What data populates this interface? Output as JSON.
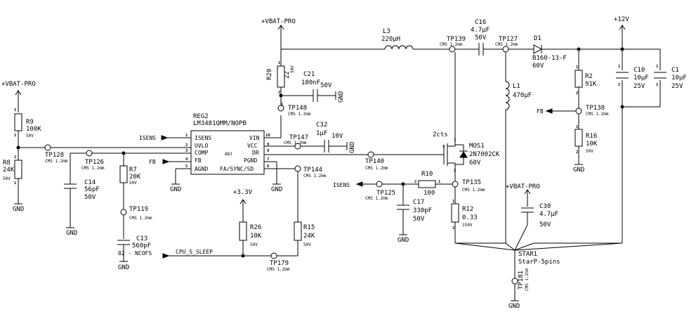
{
  "rails": {
    "vbat_left": "+VBAT-PRO",
    "vbat_top": "+VBAT-PRO",
    "vbat_right": "+VBAT-PRO",
    "v12": "+12V",
    "v33": "+3.3V",
    "gnd": "GND"
  },
  "ic": {
    "refdes": "REG2",
    "part": "LM3481QMM/NOPB",
    "adj": "ADJ",
    "pins_left": [
      {
        "num": "1",
        "name": "ISENS"
      },
      {
        "num": "2",
        "name": "UVLO"
      },
      {
        "num": "3",
        "name": "COMP"
      },
      {
        "num": "4",
        "name": "FB"
      },
      {
        "num": "5",
        "name": "AGND"
      }
    ],
    "pins_right": [
      {
        "num": "10",
        "name": "VIN"
      },
      {
        "num": "9",
        "name": "VCC"
      },
      {
        "num": "8",
        "name": "DR"
      },
      {
        "num": "7",
        "name": "PGND"
      },
      {
        "num": "6",
        "name": "FA/SYNC/SD"
      }
    ]
  },
  "nets": {
    "isens_in": "ISENS",
    "fb_in": "FB",
    "isens_out": "ISENS",
    "fb_out": "FB",
    "cpu_sleep": "CPU_S_SLEEP",
    "mosfet_count": "2cts"
  },
  "components": {
    "R9": {
      "ref": "R9",
      "value": "100K",
      "rating": "50V"
    },
    "R8": {
      "ref": "R8",
      "value": "24K",
      "rating": "50V"
    },
    "C14": {
      "ref": "C14",
      "value": "56pF",
      "rating": "50V"
    },
    "R7": {
      "ref": "R7",
      "value": "20K",
      "rating": "50V"
    },
    "C13": {
      "ref": "C13",
      "value": "560pF",
      "rating": "02 - NCOFS"
    },
    "R20": {
      "ref": "R20",
      "value": "22",
      "rating": "50V"
    },
    "C21": {
      "ref": "C21",
      "value": "100nF",
      "rating": "50V"
    },
    "C32": {
      "ref": "C32",
      "value": "1μF",
      "rating": "10V"
    },
    "R26": {
      "ref": "R26",
      "value": "10K",
      "rating": "50V"
    },
    "R15": {
      "ref": "R15",
      "value": "24K",
      "rating": "50V"
    },
    "L3": {
      "ref": "L3",
      "value": "220μH"
    },
    "C16": {
      "ref": "C16",
      "value": "4.7μF",
      "rating": "50V"
    },
    "L1": {
      "ref": "L1",
      "value": "470μF"
    },
    "D1": {
      "ref": "D1",
      "value": "B160-13-F",
      "rating": "60V"
    },
    "MOS1": {
      "ref": "MOS1",
      "value": "2N7002CK",
      "rating": "60V"
    },
    "R10": {
      "ref": "R10",
      "value": "100"
    },
    "C17": {
      "ref": "C17",
      "value": "330pF",
      "rating": "50V"
    },
    "R12": {
      "ref": "R12",
      "value": "0.33",
      "rating": "150V"
    },
    "R2": {
      "ref": "R2",
      "value": "91K"
    },
    "R16": {
      "ref": "R16",
      "value": "10K",
      "rating": "50V"
    },
    "C10": {
      "ref": "C10",
      "value": "10μF",
      "rating": "25V"
    },
    "C1": {
      "ref": "C1",
      "value": "10μF",
      "rating": "25V"
    },
    "C30": {
      "ref": "C30",
      "value": "4.7μF",
      "rating": "50V"
    },
    "STAR1": {
      "ref": "STAR1",
      "value": "StarP-5pins"
    }
  },
  "testpoints": {
    "pkg": "CMS 1.2mm",
    "TP128": "TP128",
    "TP126": "TP126",
    "TP119": "TP119",
    "TP148": "TP148",
    "TP147": "TP147",
    "TP144": "TP144",
    "TP179": "TP179",
    "TP139": "TP139",
    "TP127": "TP127",
    "TP140": "TP140",
    "TP125": "TP125",
    "TP135": "TP135",
    "TP138": "TP138",
    "TP181": "TP181"
  },
  "pin_numbers": {
    "one": "1",
    "two": "2",
    "three": "3"
  }
}
